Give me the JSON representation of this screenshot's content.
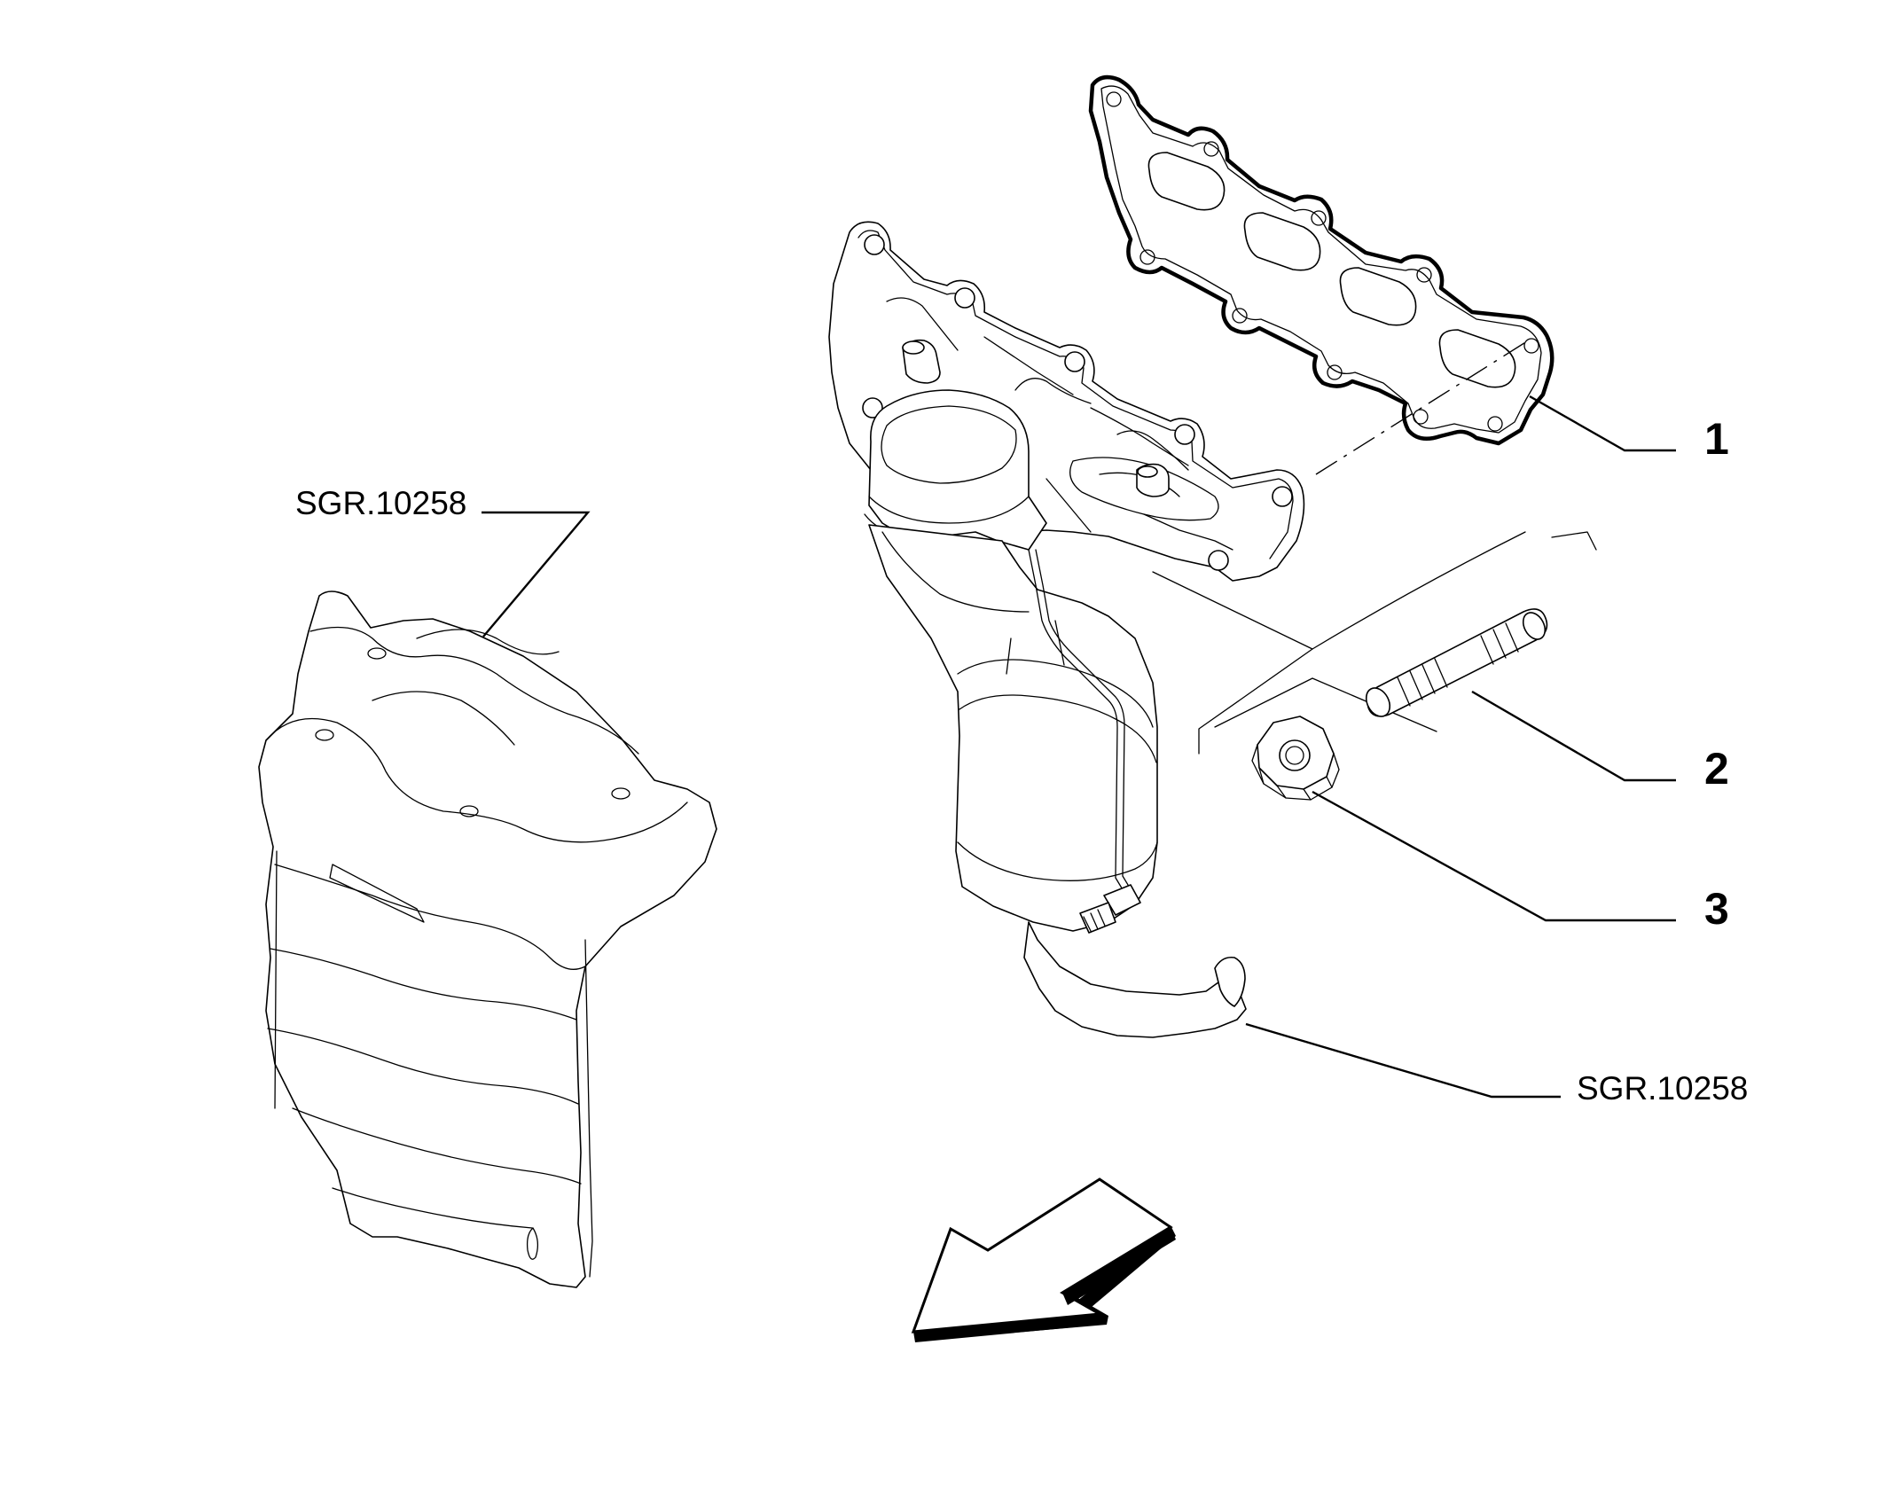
{
  "labels": {
    "part_1": "1",
    "part_2": "2",
    "part_3": "3",
    "ref_heat_shield": "SGR.10258",
    "ref_manifold": "SGR.10258"
  },
  "colors": {
    "line": "#000000",
    "background": "#ffffff"
  },
  "icons": {
    "direction": "arrow-down-left-icon"
  }
}
